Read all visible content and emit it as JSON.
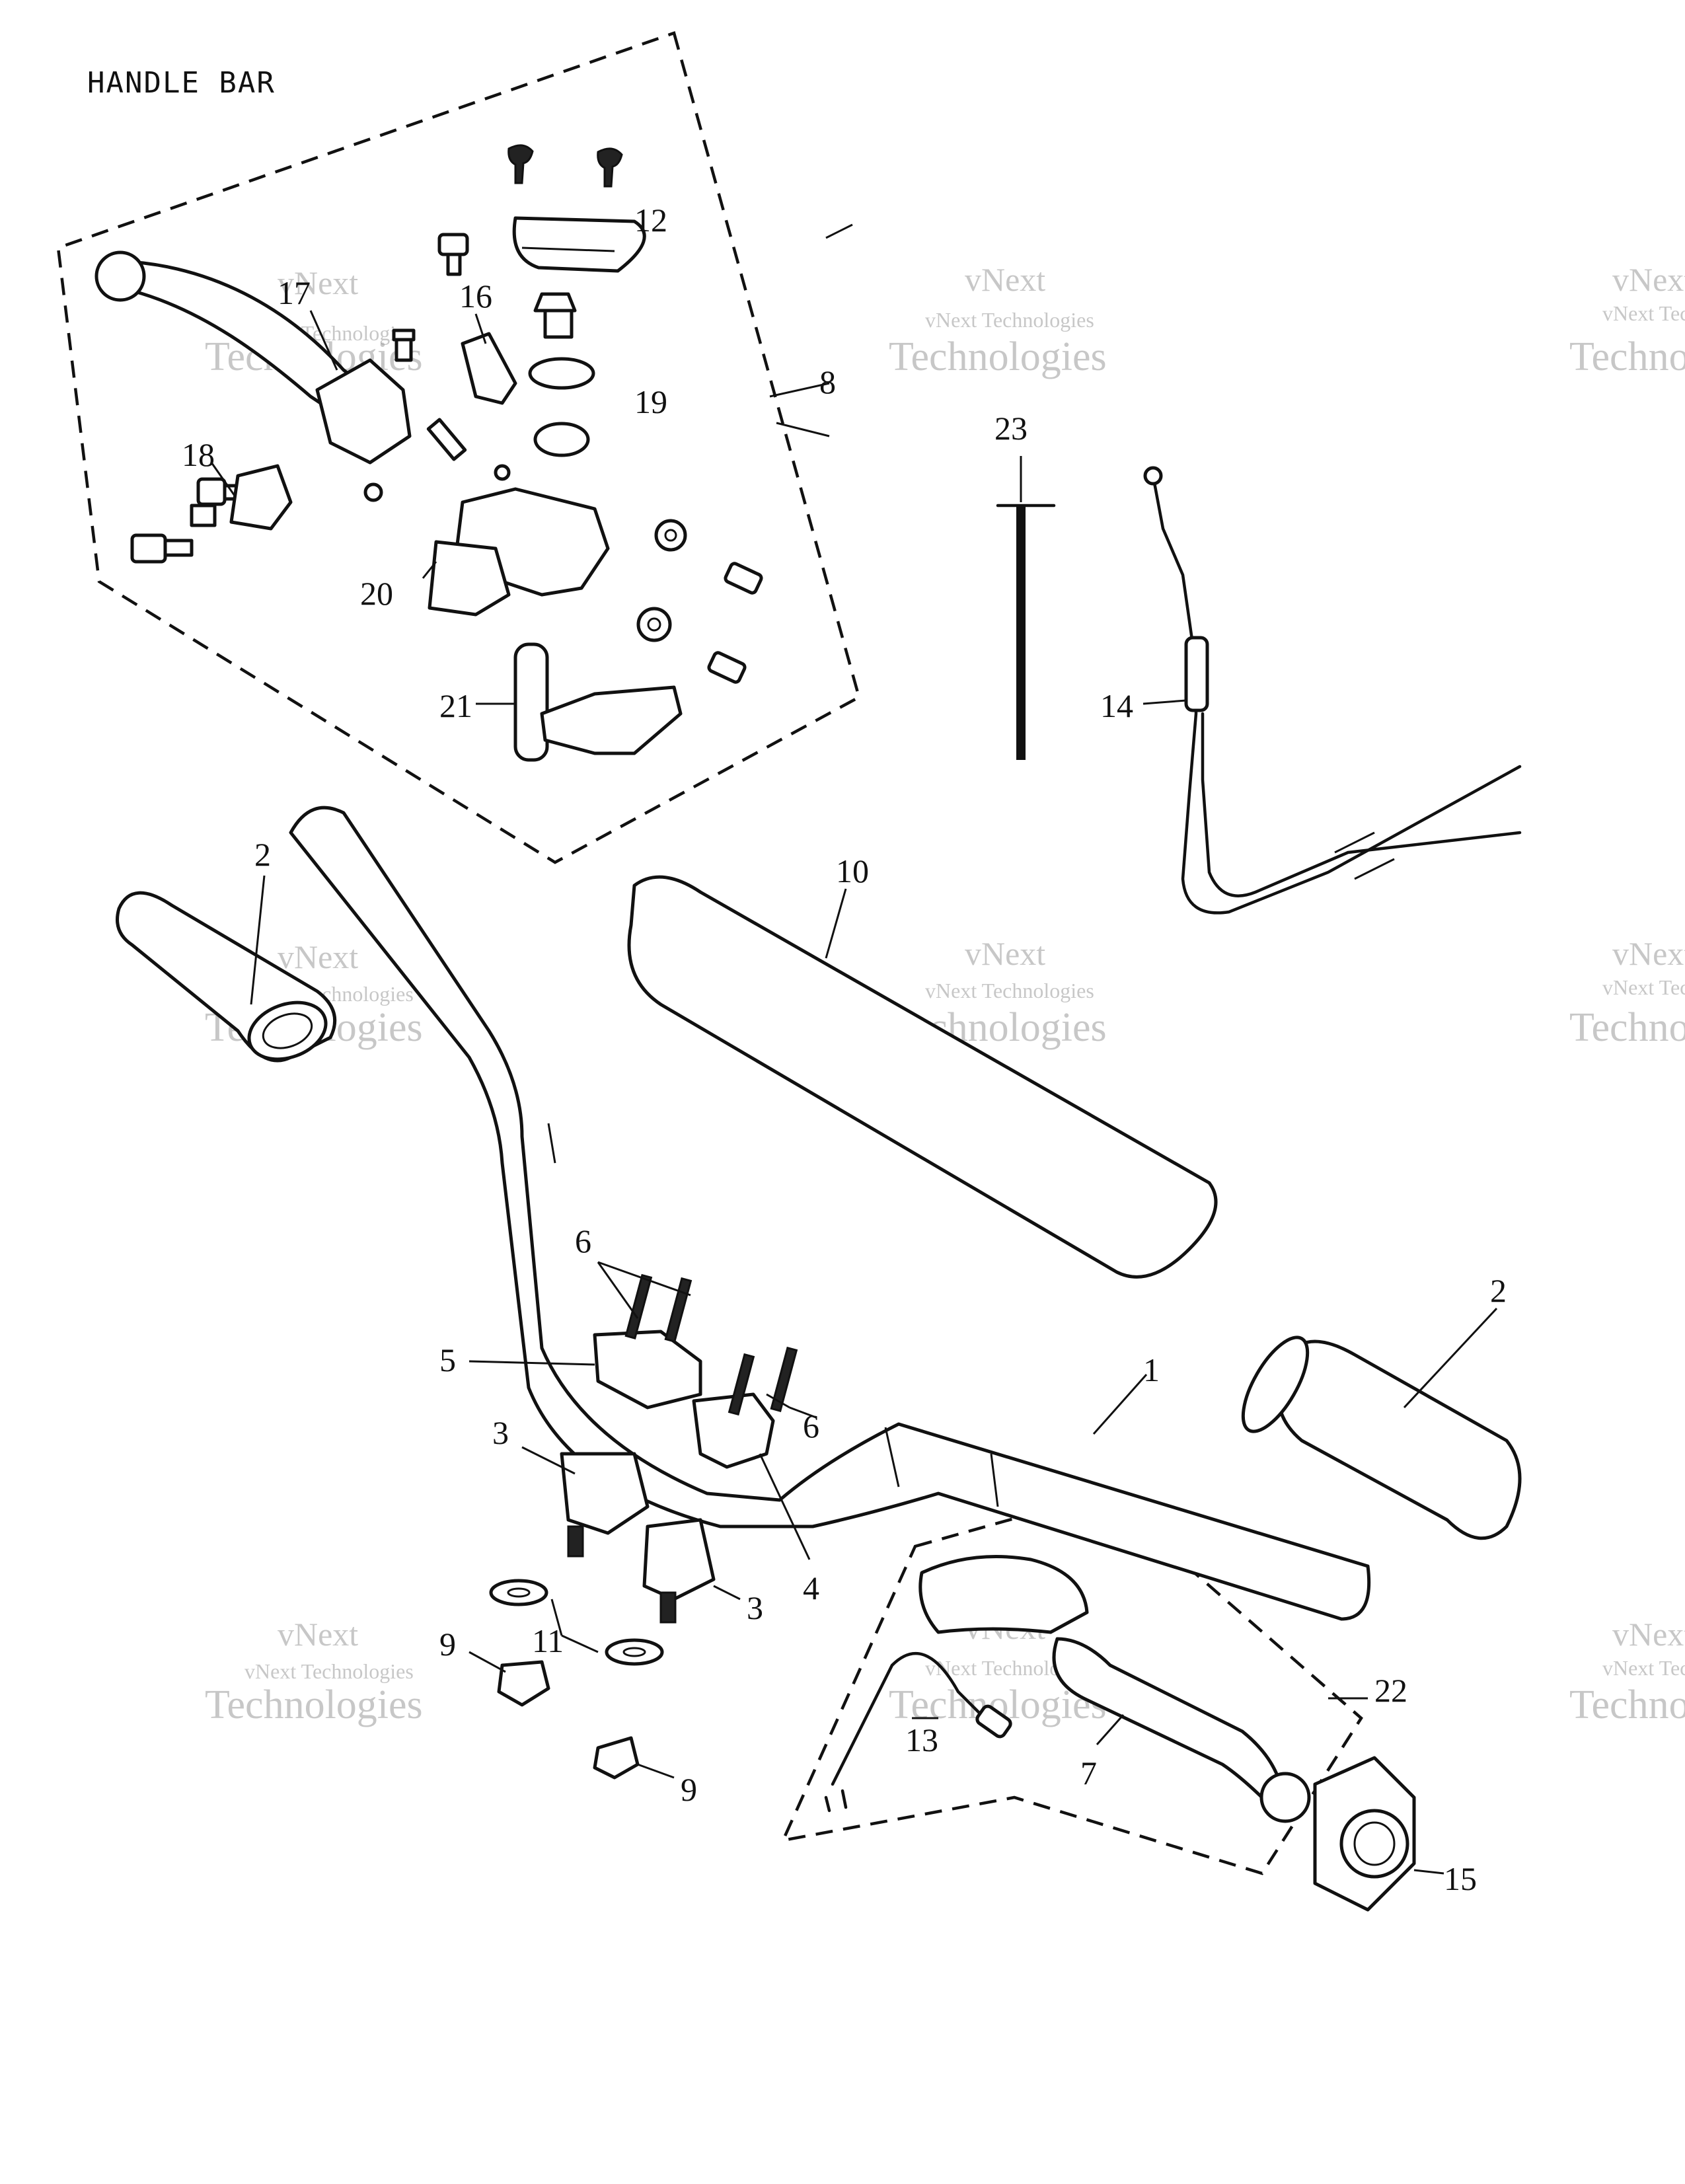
{
  "title": "HANDLE BAR",
  "callouts": [
    "1",
    "2",
    "2",
    "3",
    "3",
    "4",
    "5",
    "6",
    "6",
    "7",
    "8",
    "9",
    "9",
    "10",
    "11",
    "12",
    "13",
    "14",
    "15",
    "16",
    "17",
    "18",
    "19",
    "20",
    "21",
    "22",
    "23"
  ],
  "watermark": {
    "line1": "vNext",
    "line2": "vNext Technologies",
    "line3": "Technologies"
  }
}
